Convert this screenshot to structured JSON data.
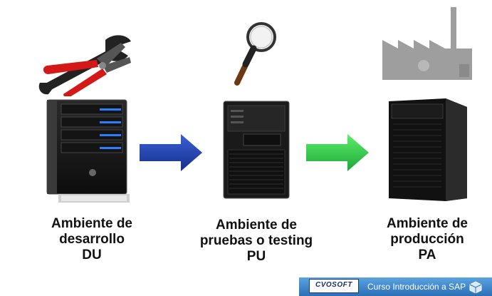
{
  "environments": [
    {
      "label_lines": [
        "Ambiente de",
        "desarrollo",
        "DU"
      ]
    },
    {
      "label_lines": [
        "Ambiente de",
        "pruebas o testing",
        "PU"
      ]
    },
    {
      "label_lines": [
        "Ambiente de",
        "producción",
        "PA"
      ]
    }
  ],
  "footer": {
    "logo_text": "CVOSOFT",
    "course_title": "Curso Introducción a SAP"
  },
  "colors": {
    "arrow_dev_to_test": "#1f3fa8",
    "arrow_test_to_prod": "#2fcf4a",
    "footer_blue": "#3b82c8"
  }
}
